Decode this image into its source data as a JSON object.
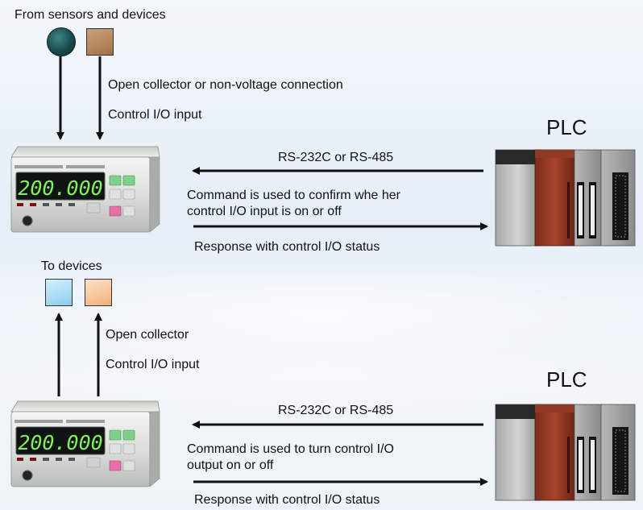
{
  "top": {
    "heading": "From sensors and devices",
    "note_connection": "Open collector or non-voltage connection",
    "note_io": "Control I/O input",
    "plc_label": "PLC",
    "comm_label": "RS-232C or RS-485",
    "command_text": [
      "Command is used to confirm whe her",
      "control I/O input is on or off"
    ],
    "response_text": "Response with control I/O status",
    "display_value": "200.000",
    "colors": {
      "sensor_circle": "#1f5557",
      "sensor_square": "#b4875c"
    }
  },
  "bottom": {
    "heading": "To devices",
    "note_connection": "Open collector",
    "note_io": "Control I/O input",
    "plc_label": "PLC",
    "comm_label": "RS-232C or RS-485",
    "command_text": [
      "Command is used to turn control I/O",
      "output on or off"
    ],
    "response_text": "Response with control I/O status",
    "display_value": "200.000",
    "colors": {
      "device_square_1": "#a9dcf5",
      "device_square_2": "#f7c49b"
    }
  }
}
